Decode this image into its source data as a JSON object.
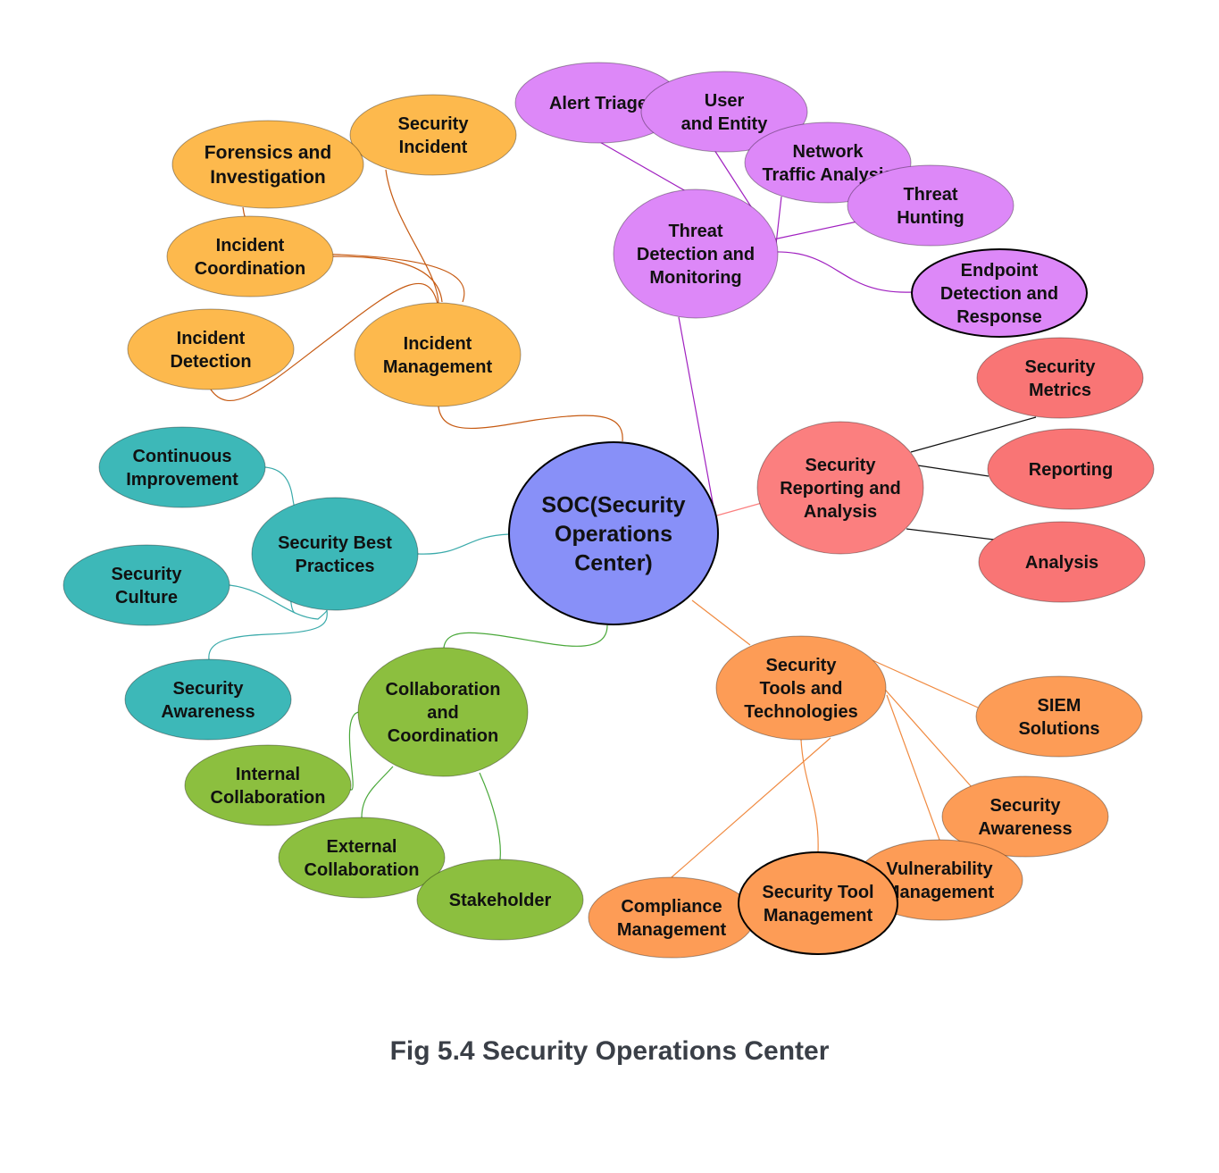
{
  "palette": {
    "incident": "#fdb94d",
    "incident_line": "#c65a12",
    "threat": "#dd88f8",
    "threat_line": "#a020c0",
    "reporting": "#f97575",
    "reporting_main": "#fb7f7f",
    "reporting_line": "#111111",
    "bestpractice": "#3db8b8",
    "bestpractice_line": "#3aaaaa",
    "collab": "#8cbf3f",
    "collab_line": "#4aa83a",
    "tools": "#fd9c56",
    "tools_line": "#f08a40",
    "center": "#8890f8"
  },
  "nodes": {
    "center": [
      "SOC(Security",
      "Operations",
      "Center)"
    ],
    "incident_management": [
      "Incident",
      "Management"
    ],
    "security_incident": [
      "Security",
      "Incident"
    ],
    "forensics": [
      "Forensics and",
      "Investigation"
    ],
    "incident_coordination": [
      "Incident",
      "Coordination"
    ],
    "incident_detection": [
      "Incident",
      "Detection"
    ],
    "threat_detection": [
      "Threat",
      "Detection and",
      "Monitoring"
    ],
    "alert_triage": [
      "Alert Triage"
    ],
    "user_entity": [
      "User",
      "and Entity"
    ],
    "network_traffic": [
      "Network",
      "Traffic Analysis"
    ],
    "threat_hunting": [
      "Threat",
      "Hunting"
    ],
    "endpoint": [
      "Endpoint",
      "Detection and",
      "Response"
    ],
    "reporting_analysis": [
      "Security",
      "Reporting and",
      "Analysis"
    ],
    "security_metrics": [
      "Security",
      "Metrics"
    ],
    "reporting": [
      "Reporting"
    ],
    "analysis": [
      "Analysis"
    ],
    "best_practices": [
      "Security Best",
      "Practices"
    ],
    "continuous_improvement": [
      "Continuous",
      "Improvement"
    ],
    "security_culture": [
      "Security",
      "Culture"
    ],
    "security_awareness_teal": [
      "Security",
      "Awareness"
    ],
    "collaboration": [
      "Collaboration",
      "and",
      "Coordination"
    ],
    "internal_collab": [
      "Internal",
      "Collaboration"
    ],
    "external_collab": [
      "External",
      "Collaboration"
    ],
    "stakeholder": [
      "Stakeholder"
    ],
    "tools_tech": [
      "Security",
      "Tools and",
      "Technologies"
    ],
    "siem": [
      "SIEM",
      "Solutions"
    ],
    "security_awareness_orange": [
      "Security",
      "Awareness"
    ],
    "vulnerability": [
      "Vulnerability",
      "Management"
    ],
    "tool_management": [
      "Security Tool",
      "Management"
    ],
    "compliance": [
      "Compliance",
      "Management"
    ]
  },
  "caption": "Fig 5.4 Security Operations Center"
}
